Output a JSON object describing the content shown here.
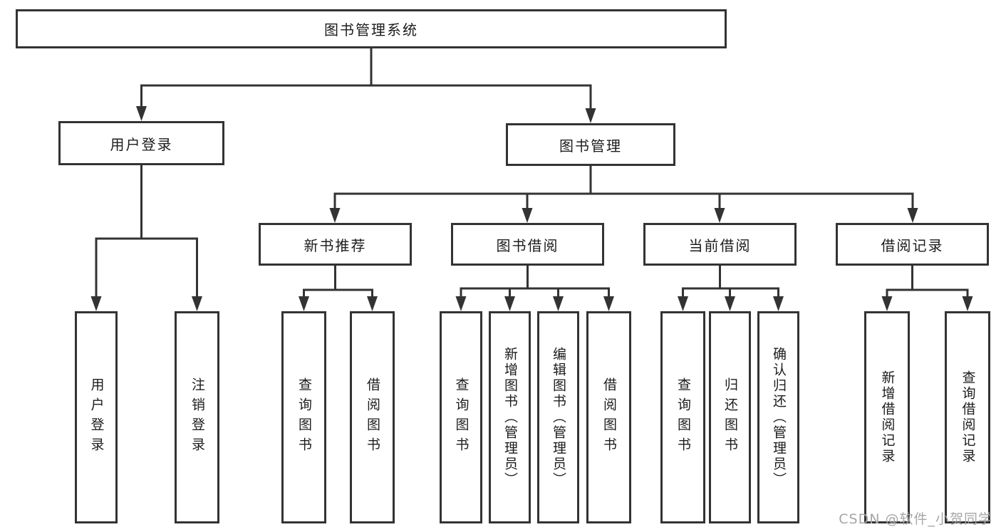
{
  "diagram": {
    "root": {
      "label": "图书管理系统"
    },
    "branches": [
      {
        "label": "用户登录",
        "children": [
          {
            "label": "用户登录"
          },
          {
            "label": "注销登录"
          }
        ]
      },
      {
        "label": "图书管理",
        "children": [
          {
            "label": "新书推荐",
            "children": [
              {
                "label": "查询图书"
              },
              {
                "label": "借阅图书"
              }
            ]
          },
          {
            "label": "图书借阅",
            "children": [
              {
                "label": "查询图书"
              },
              {
                "label": "新增图书（管理员）"
              },
              {
                "label": "编辑图书（管理员）"
              },
              {
                "label": "借阅图书"
              }
            ]
          },
          {
            "label": "当前借阅",
            "children": [
              {
                "label": "查询图书"
              },
              {
                "label": "归还图书"
              },
              {
                "label": "确认归还（管理员）"
              }
            ]
          },
          {
            "label": "借阅记录",
            "children": [
              {
                "label": "新增借阅记录"
              },
              {
                "label": "查询借阅记录"
              }
            ]
          }
        ]
      }
    ]
  },
  "watermark": {
    "text": "CSDN @软件_小贺同学"
  },
  "colors": {
    "line": "#333333",
    "box_border": "#333333",
    "background": "#ffffff",
    "text": "#1c1c1c",
    "watermark": "#a6a6a6"
  }
}
